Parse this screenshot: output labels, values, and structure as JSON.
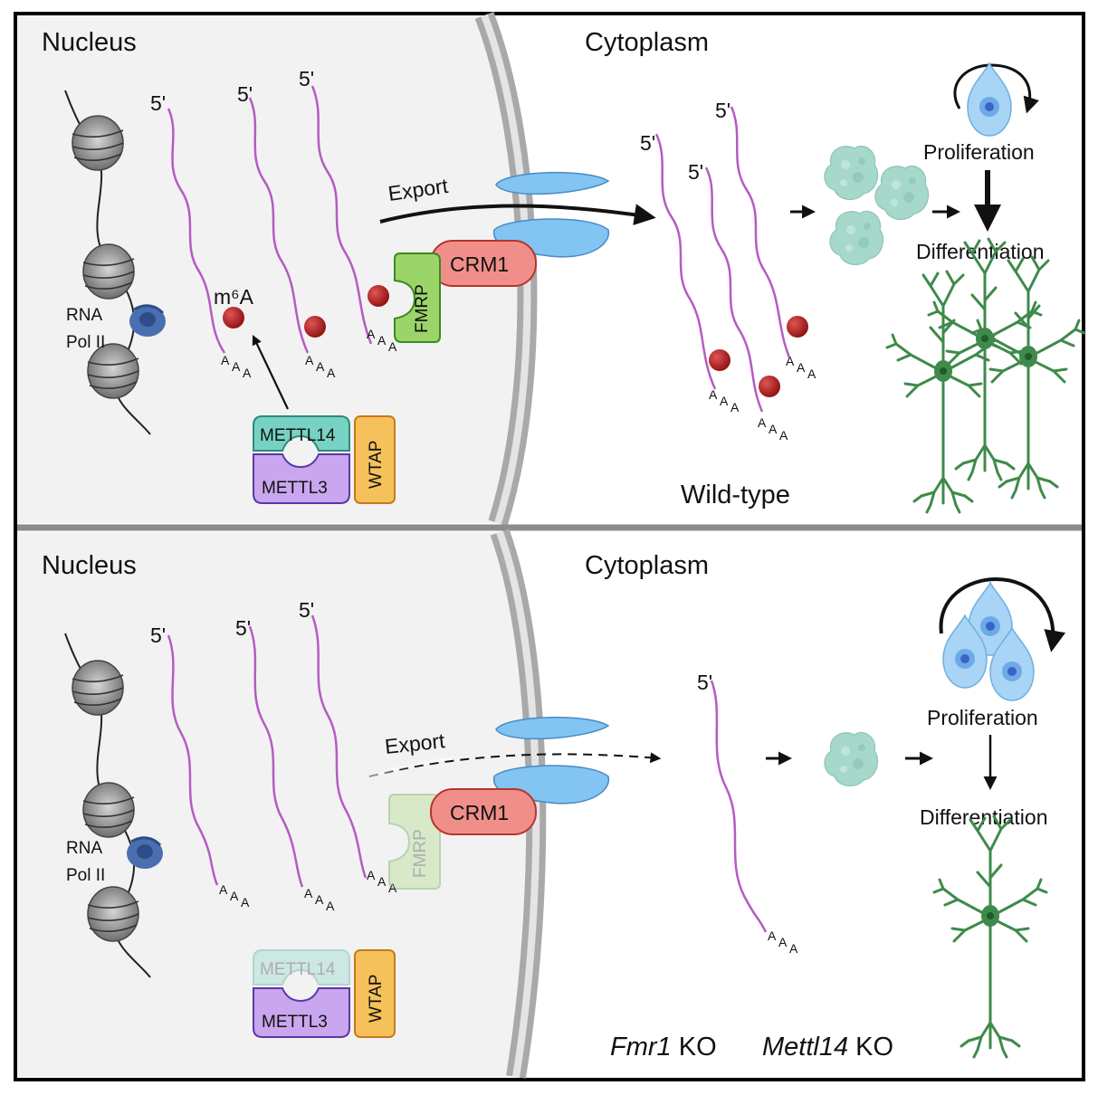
{
  "top_panel": {
    "nucleus_label": "Nucleus",
    "cytoplasm_label": "Cytoplasm",
    "rna_pol_line1": "RNA",
    "rna_pol_line2": "Pol II",
    "m6a_label": "m⁶A",
    "export_label": "Export",
    "crm1_label": "CRM1",
    "fmrp_label": "FMRP",
    "mettl14_label": "METTL14",
    "mettl3_label": "METTL3",
    "wtap_label": "WTAP",
    "proliferation_label": "Proliferation",
    "differentiation_label": "Differentiation",
    "condition_label": "Wild-type",
    "five_prime": "5ʹ",
    "polya": "A"
  },
  "bottom_panel": {
    "nucleus_label": "Nucleus",
    "cytoplasm_label": "Cytoplasm",
    "rna_pol_line1": "RNA",
    "rna_pol_line2": "Pol II",
    "export_label": "Export",
    "crm1_label": "CRM1",
    "fmrp_label": "FMRP",
    "mettl14_label": "METTL14",
    "mettl3_label": "METTL3",
    "wtap_label": "WTAP",
    "proliferation_label": "Proliferation",
    "differentiation_label": "Differentiation",
    "condition_gene1": "Fmr1",
    "condition_ko1": " KO",
    "condition_gene2": "Mettl14",
    "condition_ko2": " KO",
    "five_prime": "5ʹ",
    "polya": "A"
  },
  "colors": {
    "nucleus_fill": "#f2f2f2",
    "envelope": "#a9a9a9",
    "mrna": "#b45cc2",
    "m6a": "#b01e1e",
    "crm1": "#f08f8a",
    "fmrp": "#9bd56a",
    "mettl14": "#77d2c3",
    "mettl3": "#c9a6ee",
    "wtap": "#f5c15a",
    "pore": "#82c4f2",
    "polii": "#4a6fb0",
    "neuron": "#3f8a4a",
    "protein": "#a7d8cc"
  }
}
